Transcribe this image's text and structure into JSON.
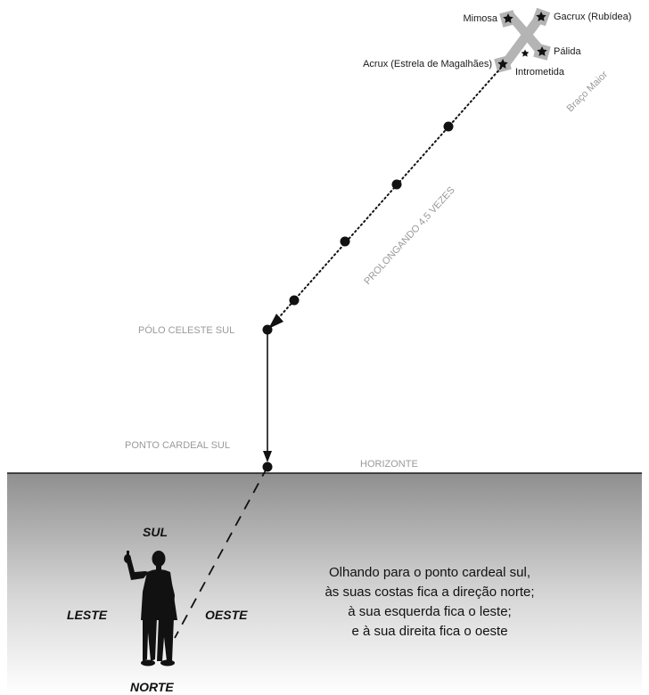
{
  "stars": {
    "mimosa": "Mimosa",
    "gacrux": "Gacrux (Rubídea)",
    "palida": "Pálida",
    "acrux": "Acrux (Estrela de Magalhães)",
    "intrometida": "Intrometida"
  },
  "labels": {
    "braco_maior": "Braço Maior",
    "prolongando": "PROLONGANDO 4,5 VEZES",
    "polo_celeste_sul": "PÓLO CELESTE SUL",
    "ponto_cardeal_sul": "PONTO CARDEAL SUL",
    "horizonte": "HORIZONTE"
  },
  "directions": {
    "sul": "SUL",
    "norte": "NORTE",
    "leste": "LESTE",
    "oeste": "OESTE"
  },
  "description": [
    "Olhando para o ponto cardeal sul,",
    "às suas costas fica a direção norte;",
    "à sua esquerda fica o leste;",
    "e à sua direita fica o oeste"
  ],
  "colors": {
    "ground_top": "#8f8f8f",
    "ground_bottom": "#ffffff",
    "cross_arms": "#b4b4b4",
    "gray_text": "#9a9a9a"
  },
  "icons": [
    "star-icon",
    "person-silhouette-icon"
  ]
}
